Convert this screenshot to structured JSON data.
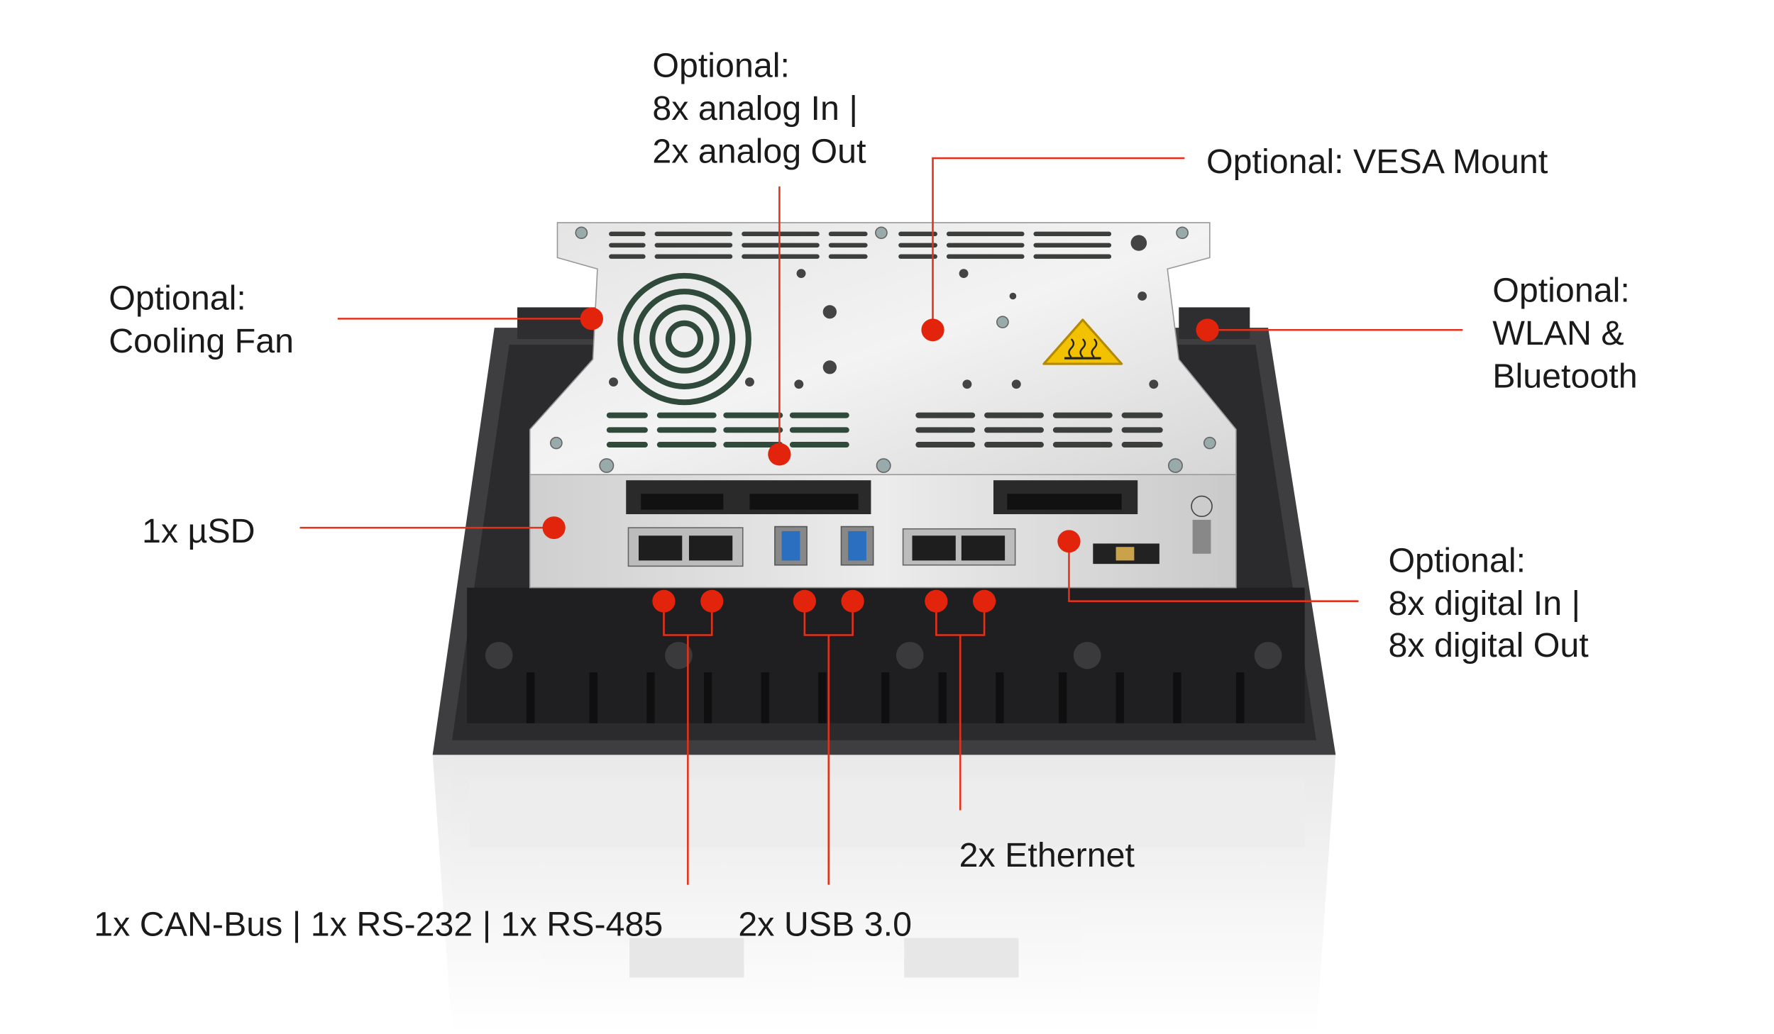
{
  "callouts": {
    "cooling_fan": {
      "line1": "Optional:",
      "line2": "Cooling Fan"
    },
    "analog": {
      "line1": "Optional:",
      "line2": "8x analog In |",
      "line3": "2x analog Out"
    },
    "vesa": {
      "line1": "Optional: VESA Mount"
    },
    "wlan": {
      "line1": "Optional:",
      "line2": "WLAN &",
      "line3": "Bluetooth"
    },
    "usd": {
      "line1": "1x µSD"
    },
    "digital": {
      "line1": "Optional:",
      "line2": "8x digital In |",
      "line3": "8x digital Out"
    },
    "serial": {
      "line1": "1x CAN-Bus | 1x RS-232 | 1x RS-485"
    },
    "usb": {
      "line1": "2x USB 3.0"
    },
    "ethernet": {
      "line1": "2x Ethernet"
    }
  },
  "colors": {
    "accent": "#e2240c",
    "line": "#e3321c",
    "usb": "#2a6fc0",
    "warning": "#f2c200"
  }
}
